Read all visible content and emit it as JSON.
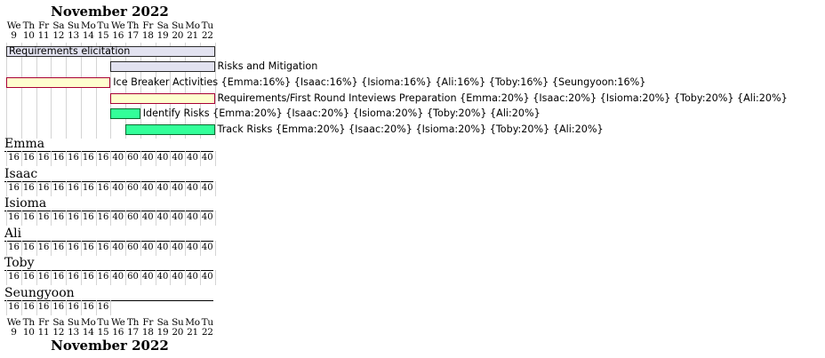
{
  "month_label": "November 2022",
  "days": [
    {
      "dow": "We",
      "date": "9"
    },
    {
      "dow": "Th",
      "date": "10"
    },
    {
      "dow": "Fr",
      "date": "11"
    },
    {
      "dow": "Sa",
      "date": "12"
    },
    {
      "dow": "Su",
      "date": "13"
    },
    {
      "dow": "Mo",
      "date": "14"
    },
    {
      "dow": "Tu",
      "date": "15"
    },
    {
      "dow": "We",
      "date": "16"
    },
    {
      "dow": "Th",
      "date": "17"
    },
    {
      "dow": "Fr",
      "date": "18"
    },
    {
      "dow": "Sa",
      "date": "19"
    },
    {
      "dow": "Su",
      "date": "20"
    },
    {
      "dow": "Mo",
      "date": "21"
    },
    {
      "dow": "Tu",
      "date": "22"
    }
  ],
  "tasks": [
    {
      "label": "Requirements elicitation",
      "start": "Nov 9",
      "end": "Nov 22",
      "style": "neutral",
      "label_inside": true
    },
    {
      "label": "Risks and Mitigation",
      "start": "Nov 16",
      "end": "Nov 22",
      "style": "neutral",
      "label_inside": false
    },
    {
      "label": "Ice Breaker Activities {Emma:16%} {Isaac:16%} {Isioma:16%} {Ali:16%} {Toby:16%} {Seungyoon:16%}",
      "start": "Nov 9",
      "end": "Nov 15",
      "style": "yellow",
      "label_inside": false
    },
    {
      "label": "Requirements/First Round Inteviews Preparation {Emma:20%} {Isaac:20%} {Isioma:20%} {Toby:20%} {Ali:20%}",
      "start": "Nov 16",
      "end": "Nov 22",
      "style": "yellow",
      "label_inside": false
    },
    {
      "label": "Identify Risks {Emma:20%} {Isaac:20%} {Isioma:20%} {Toby:20%} {Ali:20%}",
      "start": "Nov 16",
      "end": "Nov 17",
      "style": "green",
      "label_inside": false
    },
    {
      "label": "Track Risks {Emma:20%} {Isaac:20%} {Isioma:20%} {Toby:20%} {Ali:20%}",
      "start": "Nov 17",
      "end": "Nov 22",
      "style": "green",
      "label_inside": false
    }
  ],
  "resources": [
    {
      "name": "Emma",
      "loads": [
        "16",
        "16",
        "16",
        "16",
        "16",
        "16",
        "16",
        "40",
        "60",
        "40",
        "40",
        "40",
        "40",
        "40"
      ]
    },
    {
      "name": "Isaac",
      "loads": [
        "16",
        "16",
        "16",
        "16",
        "16",
        "16",
        "16",
        "40",
        "60",
        "40",
        "40",
        "40",
        "40",
        "40"
      ]
    },
    {
      "name": "Isioma",
      "loads": [
        "16",
        "16",
        "16",
        "16",
        "16",
        "16",
        "16",
        "40",
        "60",
        "40",
        "40",
        "40",
        "40",
        "40"
      ]
    },
    {
      "name": "Ali",
      "loads": [
        "16",
        "16",
        "16",
        "16",
        "16",
        "16",
        "16",
        "40",
        "60",
        "40",
        "40",
        "40",
        "40",
        "40"
      ]
    },
    {
      "name": "Toby",
      "loads": [
        "16",
        "16",
        "16",
        "16",
        "16",
        "16",
        "16",
        "40",
        "60",
        "40",
        "40",
        "40",
        "40",
        "40"
      ]
    },
    {
      "name": "Seungyoon",
      "loads": [
        "16",
        "16",
        "16",
        "16",
        "16",
        "16",
        "16"
      ]
    }
  ],
  "colors": {
    "neutral_fill": "#e2e2f0",
    "yellow_fill": "#fefece",
    "yellow_border": "#a80036",
    "green_fill": "#33ff99",
    "grid": "#d4d4d4"
  }
}
